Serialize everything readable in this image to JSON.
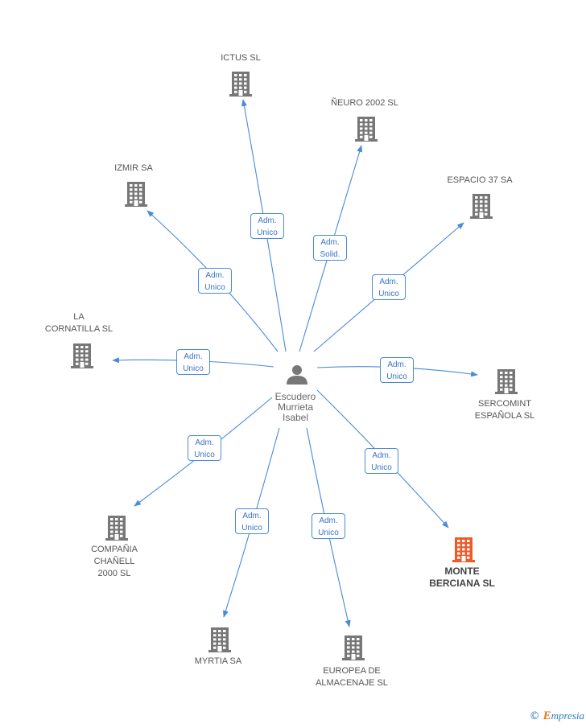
{
  "center": {
    "name": "Escudero\nMurrieta\nIsabel",
    "icon": "person-icon"
  },
  "colors": {
    "edge": "#4a8ad8",
    "building": "#777777",
    "highlight": "#f05a28"
  },
  "companies": [
    {
      "id": "ictus",
      "name": "ICTUS SL",
      "role1": "Adm.",
      "role2": "Unico",
      "highlight": false
    },
    {
      "id": "neuro",
      "name": "ÑEURO 2002 SL",
      "role1": "Adm.",
      "role2": "Solid.",
      "highlight": false
    },
    {
      "id": "izmir",
      "name": "IZMIR SA",
      "role1": "Adm.",
      "role2": "Unico",
      "highlight": false
    },
    {
      "id": "espacio",
      "name": "ESPACIO 37 SA",
      "role1": "Adm.",
      "role2": "Unico",
      "highlight": false
    },
    {
      "id": "cornatilla",
      "name": "LA\nCORNATILLA SL",
      "role1": "Adm.",
      "role2": "Unico",
      "highlight": false
    },
    {
      "id": "sercomint",
      "name": "SERCOMINT\nESPAÑOLA SL",
      "role1": "Adm.",
      "role2": "Unico",
      "highlight": false
    },
    {
      "id": "chanell",
      "name": "COMPAÑIA\nCHAÑELL\n2000 SL",
      "role1": "Adm.",
      "role2": "Unico",
      "highlight": false
    },
    {
      "id": "monte",
      "name": "MONTE\nBERCIANA SL",
      "role1": "Adm.",
      "role2": "Unico",
      "highlight": true
    },
    {
      "id": "myrtia",
      "name": "MYRTIA SA",
      "role1": "Adm.",
      "role2": "Unico",
      "highlight": false
    },
    {
      "id": "europea",
      "name": "EUROPEA DE\nALMACENAJE SL",
      "role1": "Adm.",
      "role2": "Unico",
      "highlight": false
    }
  ],
  "footer": {
    "copyright": "©",
    "brand_initial": "E",
    "brand_rest": "mpresia"
  }
}
